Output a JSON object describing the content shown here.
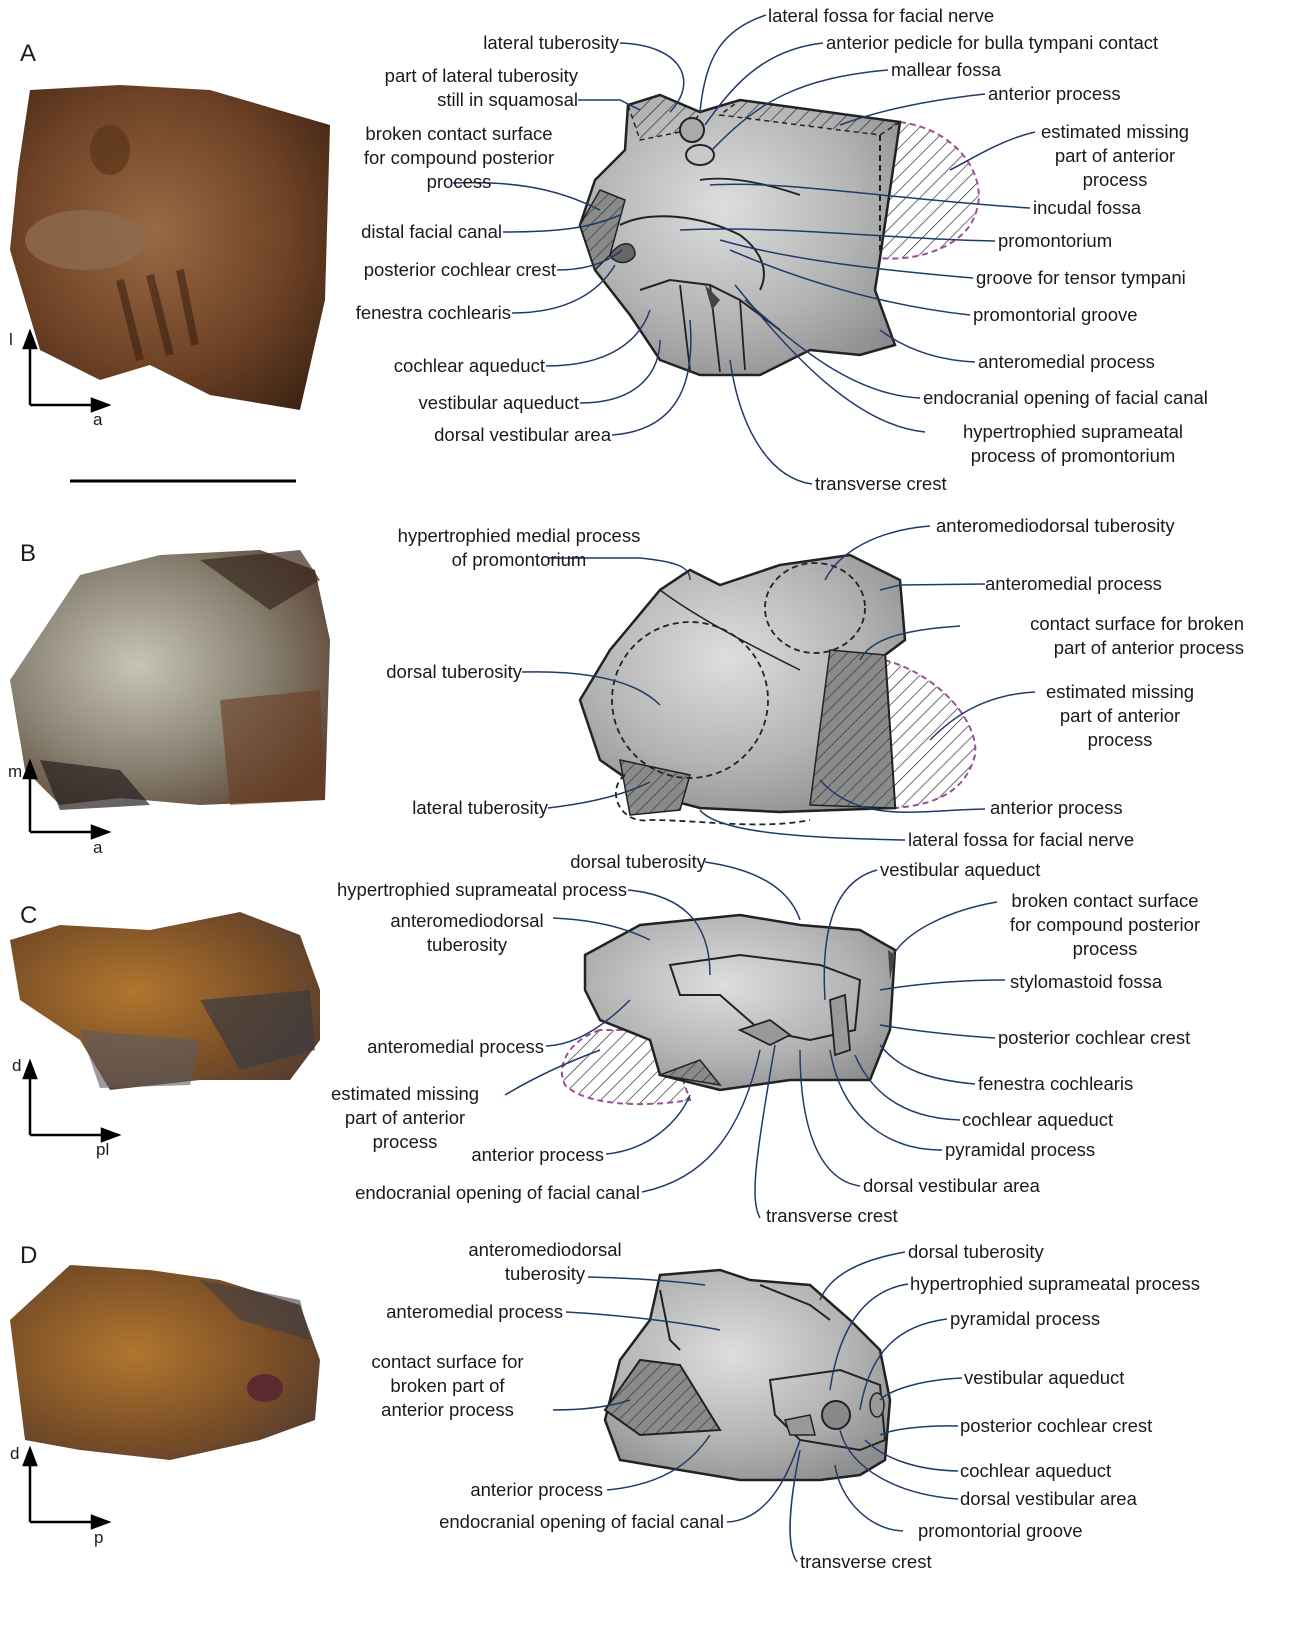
{
  "panels": {
    "A": {
      "letter": "A",
      "axes": {
        "vertical": "l",
        "horizontal": "a"
      },
      "labels": {
        "lateral_tuberosity": "lateral tuberosity",
        "part_lateral_tuberosity": "part of lateral tuberosity\nstill in squamosal",
        "broken_contact": "broken contact surface\nfor compound posterior\nprocess",
        "distal_facial_canal": "distal facial canal",
        "posterior_cochlear_crest": "posterior cochlear crest",
        "fenestra_cochlearis": "fenestra cochlearis",
        "cochlear_aqueduct": "cochlear aqueduct",
        "vestibular_aqueduct": "vestibular aqueduct",
        "dorsal_vestibular_area": "dorsal vestibular area",
        "lateral_fossa_facial_nerve": "lateral fossa for facial nerve",
        "anterior_pedicle": "anterior pedicle for bulla tympani contact",
        "mallear_fossa": "mallear fossa",
        "anterior_process": "anterior process",
        "estimated_missing": "estimated missing\npart of anterior\nprocess",
        "incudal_fossa": "incudal fossa",
        "promontorium": "promontorium",
        "groove_tensor": "groove for tensor tympani",
        "promontorial_groove": "promontorial groove",
        "anteromedial_process": "anteromedial process",
        "endocranial_opening": "endocranial opening of facial canal",
        "hypertrophied_suprameatal": "hypertrophied suprameatal\nprocess of promontorium",
        "transverse_crest": "transverse crest"
      }
    },
    "B": {
      "letter": "B",
      "axes": {
        "vertical": "m",
        "horizontal": "a"
      },
      "labels": {
        "hypertrophied_medial": "hypertrophied medial process\nof promontorium",
        "dorsal_tuberosity": "dorsal tuberosity",
        "lateral_tuberosity": "lateral tuberosity",
        "anteromediodorsal_tuberosity": "anteromediodorsal tuberosity",
        "anteromedial_process": "anteromedial process",
        "contact_surface": "contact surface for broken\npart of anterior process",
        "estimated_missing": "estimated missing\npart of anterior\nprocess",
        "anterior_process": "anterior process",
        "lateral_fossa_facial_nerve": "lateral fossa for facial nerve"
      }
    },
    "C": {
      "letter": "C",
      "axes": {
        "vertical": "d",
        "horizontal": "pl"
      },
      "labels": {
        "dorsal_tuberosity": "dorsal tuberosity",
        "hypertrophied_suprameatal": "hypertrophied suprameatal process",
        "anteromediodorsal_tuberosity": "anteromediodorsal\ntuberosity",
        "anteromedial_process": "anteromedial process",
        "estimated_missing": "estimated missing\npart of anterior\nprocess",
        "anterior_process": "anterior process",
        "endocranial_opening": "endocranial opening of facial canal",
        "vestibular_aqueduct": "vestibular aqueduct",
        "broken_contact": "broken contact surface\nfor compound posterior\nprocess",
        "stylomastoid_fossa": "stylomastoid fossa",
        "posterior_cochlear_crest": "posterior cochlear crest",
        "fenestra_cochlearis": "fenestra cochlearis",
        "cochlear_aqueduct": "cochlear aqueduct",
        "pyramidal_process": "pyramidal process",
        "dorsal_vestibular_area": "dorsal vestibular area",
        "transverse_crest": "transverse crest"
      }
    },
    "D": {
      "letter": "D",
      "axes": {
        "vertical": "d",
        "horizontal": "p"
      },
      "labels": {
        "anteromediodorsal_tuberosity": "anteromediodorsal\ntuberosity",
        "anteromedial_process": "anteromedial process",
        "contact_surface": "contact surface for\nbroken part of\nanterior process",
        "anterior_process": "anterior process",
        "endocranial_opening": "endocranial opening of facial canal",
        "dorsal_tuberosity": "dorsal tuberosity",
        "hypertrophied_suprameatal": "hypertrophied suprameatal process",
        "pyramidal_process": "pyramidal process",
        "vestibular_aqueduct": "vestibular aqueduct",
        "posterior_cochlear_crest": "posterior cochlear crest",
        "cochlear_aqueduct": "cochlear aqueduct",
        "dorsal_vestibular_area": "dorsal vestibular area",
        "promontorial_groove": "promontorial groove",
        "transverse_crest": "transverse crest"
      }
    }
  },
  "colors": {
    "leader_line": "#1f3a6b",
    "outline": "#222222",
    "missing_outline": "#9b4f96",
    "bone_gray": "#b8b8b8",
    "photo_brown": "#7a4a2a"
  }
}
